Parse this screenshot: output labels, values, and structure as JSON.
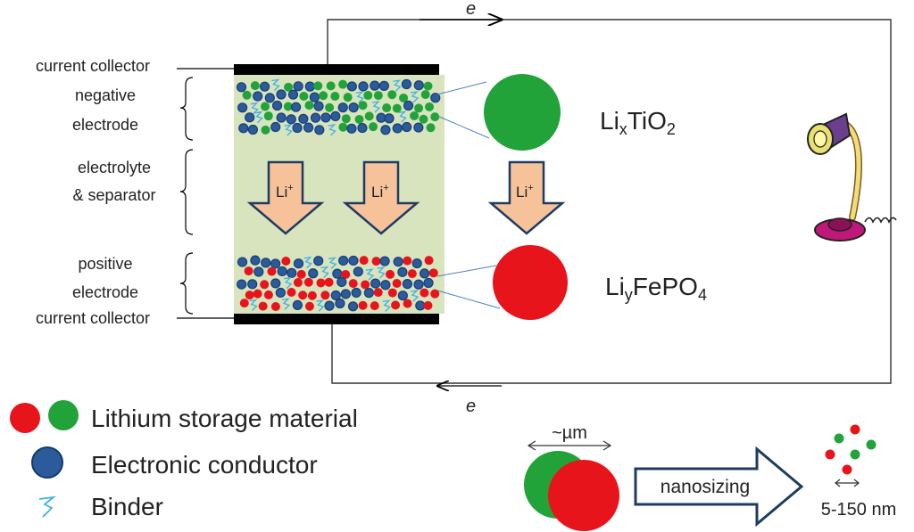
{
  "labels": {
    "current_collector_top": "current collector",
    "negative_1": "negative",
    "negative_2": "electrode",
    "electrolyte_1": "electrolyte",
    "electrolyte_2": "& separator",
    "positive_1": "positive",
    "positive_2": "electrode",
    "current_collector_bottom": "current collector"
  },
  "ion": {
    "base": "Li",
    "charge": "+"
  },
  "materials": {
    "anode": {
      "part1": "Li",
      "sub1": "x",
      "part2": "TiO",
      "sub2": "2"
    },
    "cathode": {
      "part1": "Li",
      "sub1": "y",
      "part2": "FePO",
      "sub2": "4"
    }
  },
  "electron": {
    "top": "e",
    "bottom": "e"
  },
  "legend": {
    "storage": "Lithium storage material",
    "conductor": "Electronic conductor",
    "binder": "Binder"
  },
  "nano": {
    "size_before": "~µm",
    "process": "nanosizing",
    "size_after": "5-150 nm"
  },
  "colors": {
    "green": "#22a33a",
    "red": "#e8141c",
    "blue": "#2c5b9c",
    "electrolyte_bg": "#d7e4bd",
    "arrow_fill": "#f6c29a",
    "arrow_stroke": "#1f3b63",
    "binder": "#3fb0e6"
  }
}
